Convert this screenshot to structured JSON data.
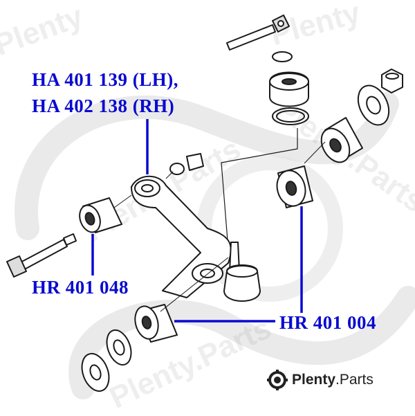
{
  "labels": {
    "ha_line1": "HA 401 139 (LH),",
    "ha_line2": "HA 402 138 (RH)",
    "hr_401_048": "HR 401 048",
    "hr_401_004": "HR 401 004"
  },
  "brand": {
    "name": "Plenty",
    "tld": ".Parts"
  },
  "watermark": {
    "text_a": "Plenty.Parts",
    "text_b": "Plenty"
  },
  "colors": {
    "label": "#0a0ad0",
    "leader": "#0a0ad0",
    "line_art": "#1a1a1a",
    "watermark": "#bdbdbd"
  }
}
